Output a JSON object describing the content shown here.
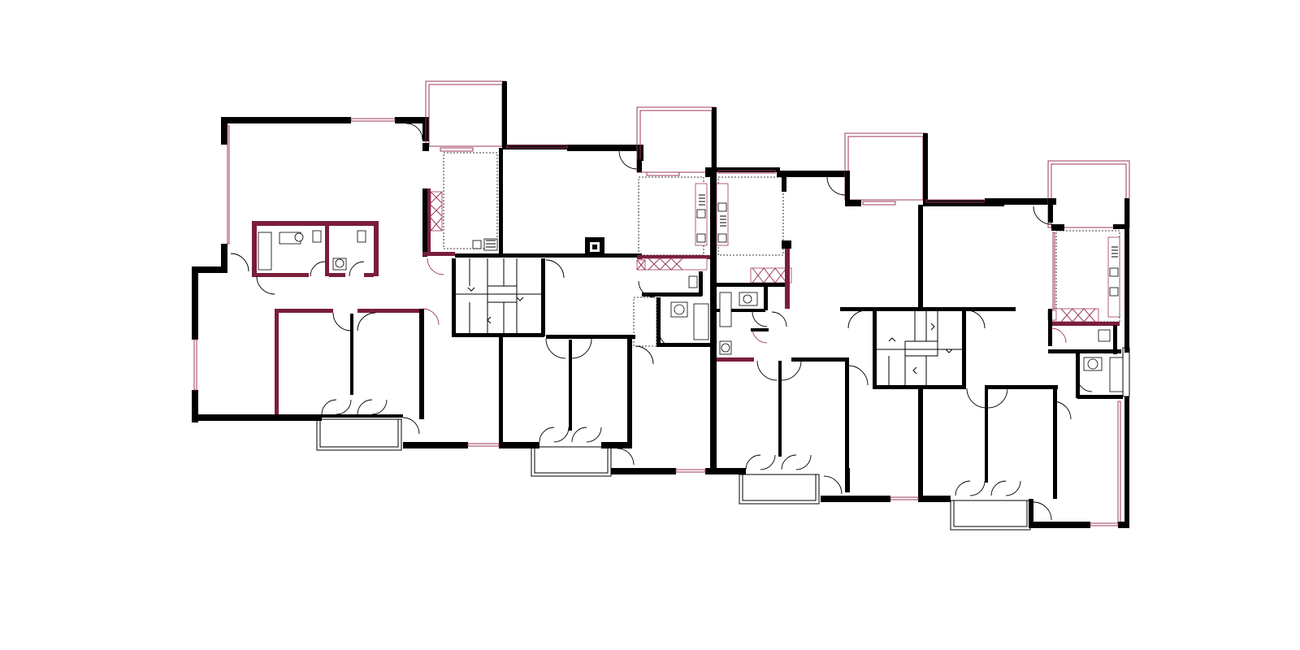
{
  "drawing": {
    "type": "architectural floor plan",
    "colors": {
      "background": "#ffffff",
      "structural_wall": "#000000",
      "new_wall": "#7a1e3a",
      "accent_line": "#9e3a5c"
    },
    "elements": {
      "units": 4,
      "stair_cores": 2,
      "balconies": 5,
      "loggias": 4
    }
  }
}
